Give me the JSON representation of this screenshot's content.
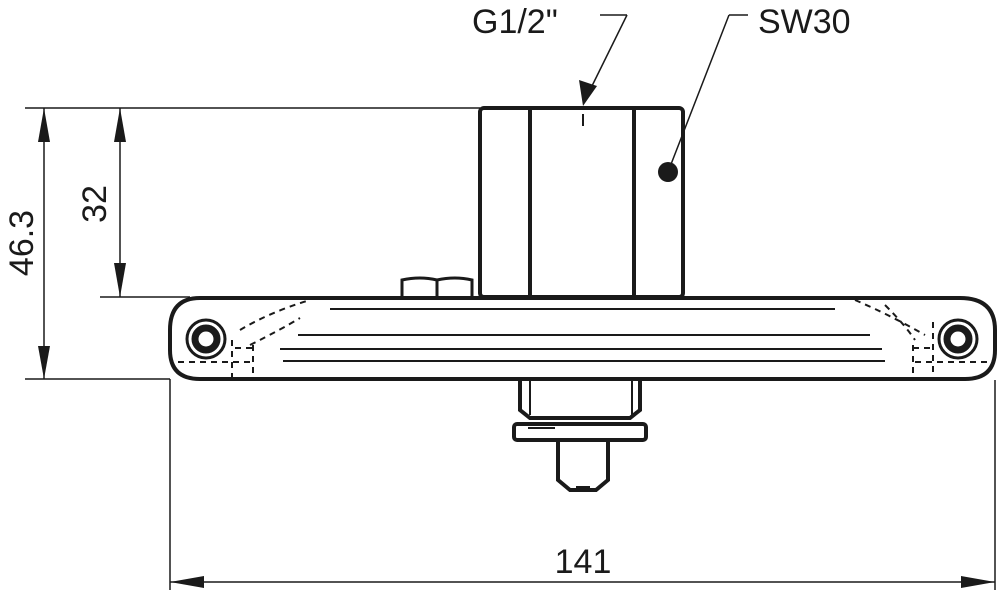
{
  "drawing": {
    "background": "#ffffff",
    "line_color": "#1a1a1a",
    "callouts": {
      "thread": "G1/2\"",
      "wrench_size": "SW30"
    },
    "dimensions": {
      "overall_height": "46.3",
      "nut_height": "32",
      "overall_width": "141"
    }
  }
}
